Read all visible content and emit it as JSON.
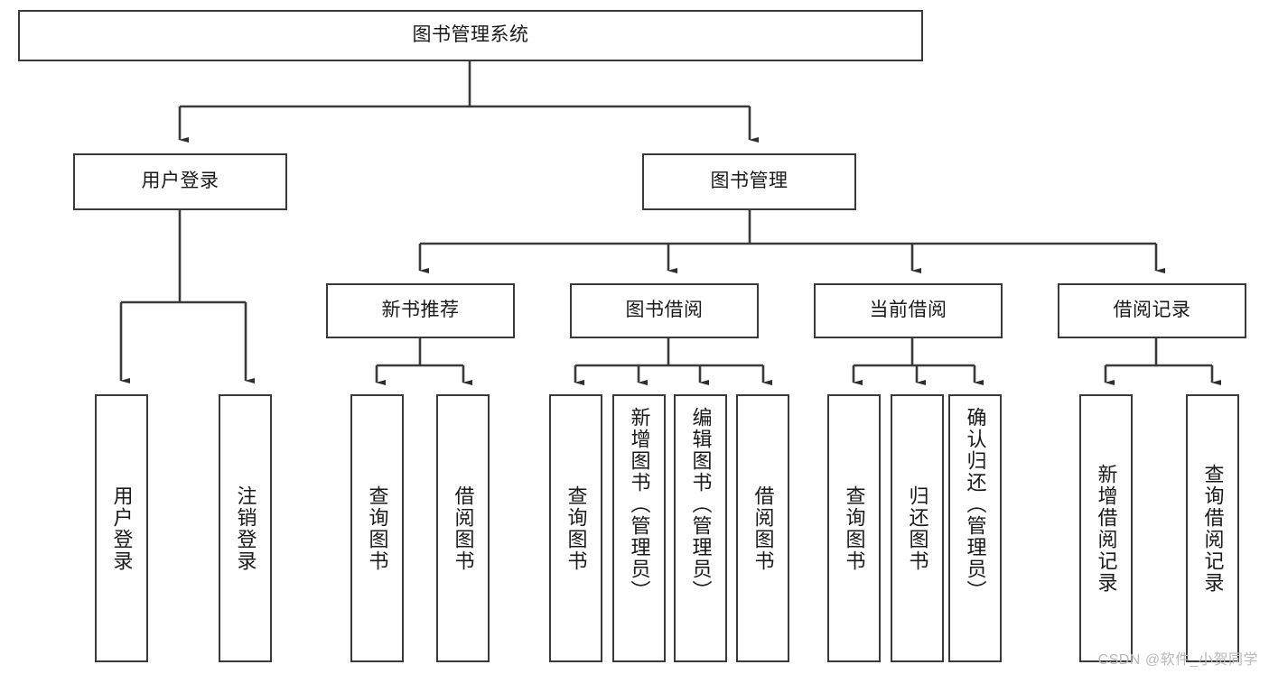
{
  "diagram": {
    "title_node": {
      "label": "图书管理系统"
    },
    "level1": [
      {
        "id": "user-login",
        "label": "用户登录"
      },
      {
        "id": "book-manage",
        "label": "图书管理"
      }
    ],
    "level2": [
      {
        "id": "new-book-recommend",
        "label": "新书推荐"
      },
      {
        "id": "book-borrow",
        "label": "图书借阅"
      },
      {
        "id": "current-borrow",
        "label": "当前借阅"
      },
      {
        "id": "borrow-record",
        "label": "借阅记录"
      }
    ],
    "leaves": {
      "user_login": [
        {
          "id": "leaf-user-login",
          "label": "用户登录"
        },
        {
          "id": "leaf-logout-login",
          "label": "注销登录"
        }
      ],
      "new_book_recommend": [
        {
          "id": "leaf-query-book-1",
          "label": "查询图书"
        },
        {
          "id": "leaf-borrow-book-1",
          "label": "借阅图书"
        }
      ],
      "book_borrow": [
        {
          "id": "leaf-query-book-2",
          "label": "查询图书"
        },
        {
          "id": "leaf-add-book",
          "label": "新增图书（管理员）"
        },
        {
          "id": "leaf-edit-book",
          "label": "编辑图书（管理员）"
        },
        {
          "id": "leaf-borrow-book-2",
          "label": "借阅图书"
        }
      ],
      "current_borrow": [
        {
          "id": "leaf-query-book-3",
          "label": "查询图书"
        },
        {
          "id": "leaf-return-book",
          "label": "归还图书"
        },
        {
          "id": "leaf-confirm-return",
          "label": "确认归还（管理员）"
        }
      ],
      "borrow_record": [
        {
          "id": "leaf-add-record",
          "label": "新增借阅记录"
        },
        {
          "id": "leaf-query-record",
          "label": "查询借阅记录"
        }
      ]
    }
  },
  "watermark": {
    "text": "CSDN @软件_小贺同学"
  },
  "colors": {
    "stroke": "#3a3a3a",
    "fill": "#ffffff",
    "text": "#1a1a1a",
    "watermark": "#b9b9b9"
  }
}
